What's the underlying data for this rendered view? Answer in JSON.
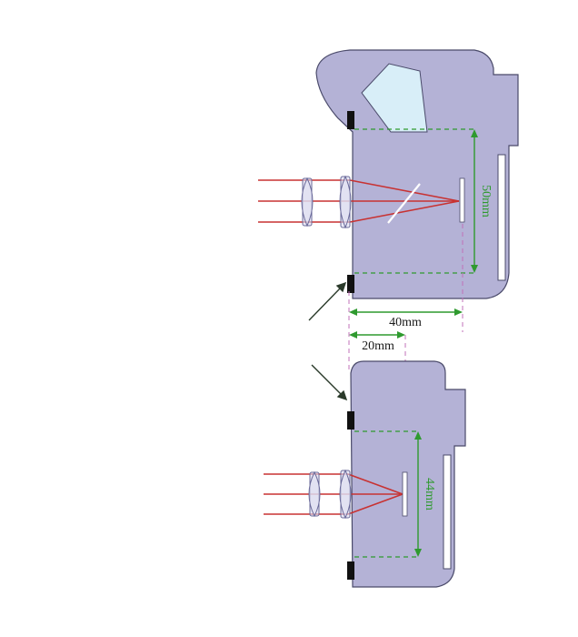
{
  "labels": {
    "slr_height": "50mm",
    "slr_depth": "40mm",
    "mirrorless_depth": "20mm",
    "mirrorless_height": "44mm"
  },
  "colors": {
    "body_fill": "#b4b2d6",
    "body_stroke": "#4a4a6a",
    "ray": "#c83232",
    "dimension": "#2f9a2f",
    "flange_guide": "#c070b8",
    "mount": "#111111",
    "arrow": "#2a3a2a",
    "prism_fill": "#d8eef8"
  },
  "icons": {
    "mount_pointer": "arrow-icon",
    "lens_element": "lens-icon",
    "reflex_mirror": "mirror-icon",
    "pentaprism": "prism-icon",
    "image_sensor": "sensor-icon"
  }
}
